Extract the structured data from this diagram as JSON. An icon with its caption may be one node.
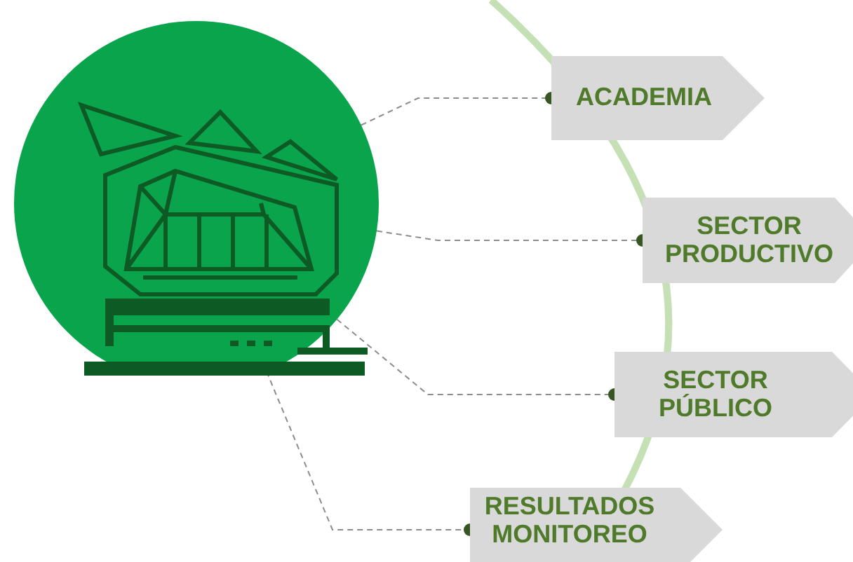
{
  "diagram": {
    "nodes": [
      {
        "text": [],
        "shape": "circle"
      },
      {
        "text": [
          "ACADEMIA"
        ]
      },
      {
        "text": [
          "SECTOR PRODUCTIVO"
        ]
      },
      {
        "text": [
          "SECTOR PÚBLICO"
        ]
      },
      {
        "text": [
          "RESULTADOS MONITOREO"
        ]
      }
    ],
    "edges": [
      {
        "from": 0,
        "to": 1,
        "arrow": "other",
        "style": "dashed"
      },
      {
        "from": 0,
        "to": 2,
        "arrow": "other",
        "style": "dashed"
      },
      {
        "from": 0,
        "to": 3,
        "arrow": "other",
        "style": "dashed"
      },
      {
        "from": 0,
        "to": 4,
        "arrow": "other",
        "style": "dashed"
      }
    ]
  }
}
